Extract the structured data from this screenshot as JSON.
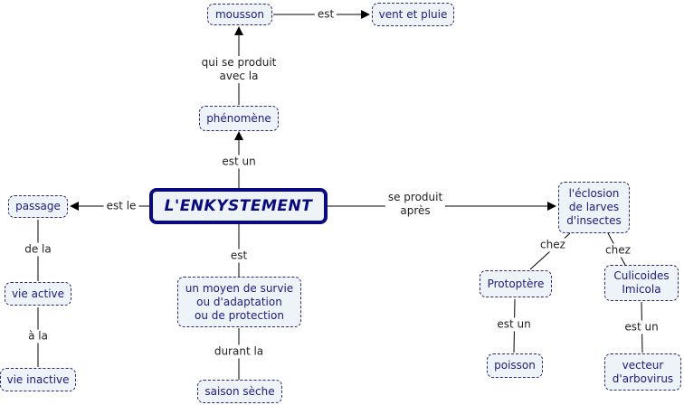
{
  "title": "L'ENKYSTEMENT",
  "colors": {
    "main_border": "#0a0a80",
    "node_fill": "#eef3f8",
    "node_border": "#2a2a70",
    "node_text": "#1c1c7a",
    "link_text": "#222222",
    "line": "#000000"
  },
  "nodes": {
    "main": "L'ENKYSTEMENT",
    "mousson": "mousson",
    "vent_pluie": "vent et pluie",
    "phenomene": "phénomène",
    "passage": "passage",
    "vie_active": "vie active",
    "vie_inactive": "vie inactive",
    "moyen": "un moyen de survie\nou d'adaptation\nou de protection",
    "saison": "saison sèche",
    "eclosion": "l'éclosion\nde larves\nd'insectes",
    "protoptere": "Protoptère",
    "poisson": "poisson",
    "culicoides": "Culicoides\nImicola",
    "vecteur": "vecteur\nd'arbovirus"
  },
  "links": {
    "mousson_vent": "est",
    "phenomene_mousson": "qui se produit\navec la",
    "main_phenomene": "est un",
    "main_passage": "est le",
    "passage_vie_active": "de la",
    "vie_active_inactive": "à la",
    "main_moyen": "est",
    "moyen_saison": "durant la",
    "main_eclosion": "se produit\naprès",
    "eclosion_protoptere": "chez",
    "eclosion_culicoides": "chez",
    "protoptere_poisson": "est un",
    "culicoides_vecteur": "est un"
  }
}
